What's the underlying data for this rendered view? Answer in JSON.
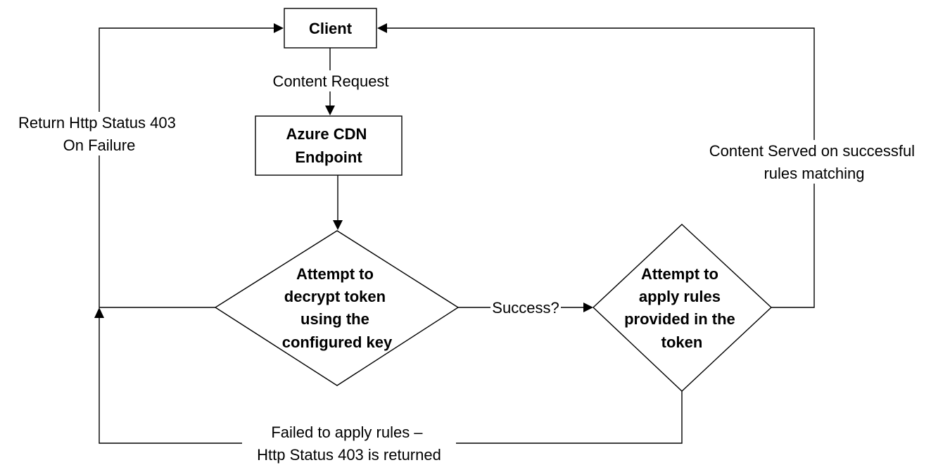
{
  "nodes": {
    "client": {
      "lines": [
        "Client"
      ]
    },
    "cdn_endpoint": {
      "lines": [
        "Azure CDN",
        "Endpoint"
      ]
    },
    "decrypt_decision": {
      "lines": [
        "Attempt to",
        "decrypt token",
        "using the",
        "configured key"
      ]
    },
    "rules_decision": {
      "lines": [
        "Attempt to",
        "apply rules",
        "provided in the",
        "token"
      ]
    }
  },
  "edges": {
    "content_request": {
      "lines": [
        "Content Request"
      ]
    },
    "return_403": {
      "lines": [
        "Return Http Status 403",
        "On Failure"
      ]
    },
    "content_served": {
      "lines": [
        "Content Served on successful",
        "rules matching"
      ]
    },
    "success": {
      "lines": [
        "Success?"
      ]
    },
    "failed_rules": {
      "lines": [
        "Failed to apply rules –",
        "Http Status 403 is returned"
      ]
    }
  },
  "colors": {
    "stroke": "#000000",
    "fill": "#ffffff",
    "text": "#000000"
  }
}
